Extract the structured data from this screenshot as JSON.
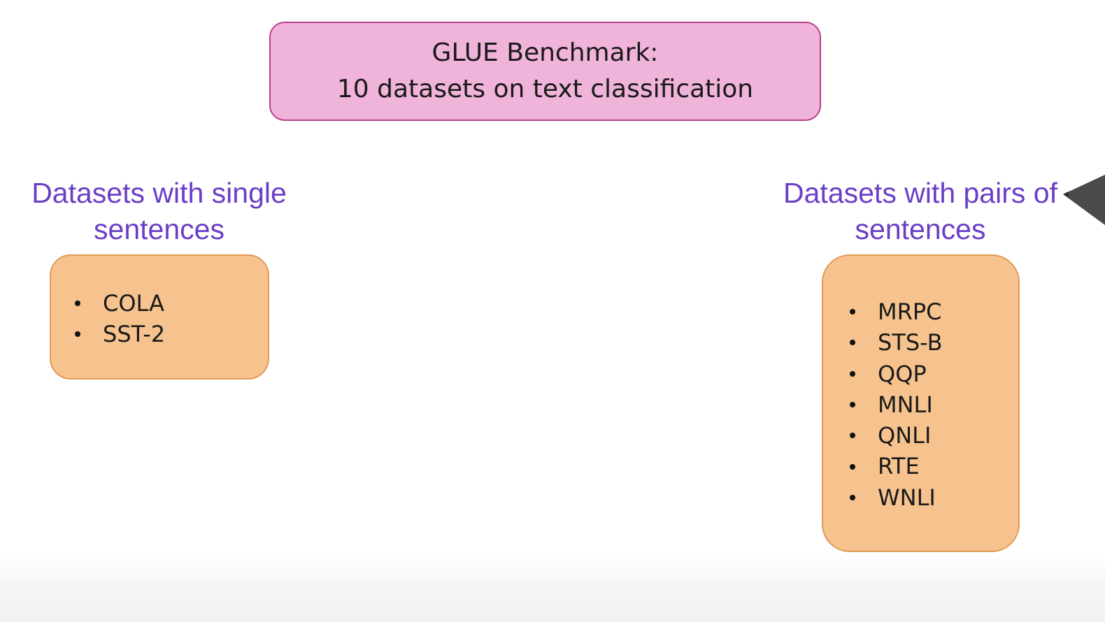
{
  "title": {
    "line1": "GLUE Benchmark:",
    "line2": "10 datasets on text classification"
  },
  "single": {
    "heading_line1": "Datasets with single",
    "heading_line2": "sentences",
    "items": [
      "COLA",
      "SST-2"
    ]
  },
  "pairs": {
    "heading_line1": "Datasets with pairs of",
    "heading_line2": "sentences",
    "items": [
      "MRPC",
      "STS-B",
      "QQP",
      "MNLI",
      "QNLI",
      "RTE",
      "WNLI"
    ]
  },
  "colors": {
    "title_fill": "#f0b3d9",
    "title_border": "#b8408a",
    "heading_text": "#6a3ec6",
    "box_fill": "#f6c38e",
    "box_border": "#e09a55"
  },
  "icons": {
    "pointer": "pen-pointer-icon"
  }
}
